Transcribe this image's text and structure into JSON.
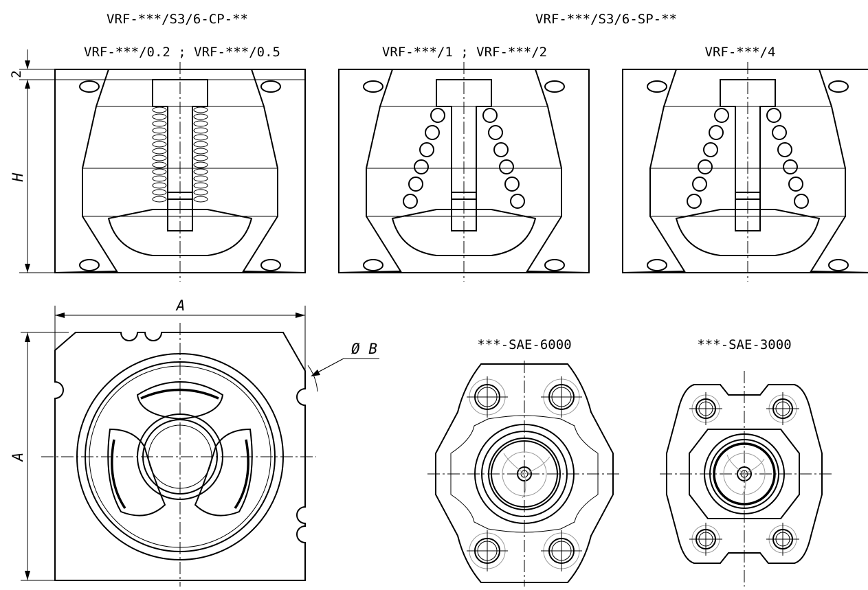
{
  "headers": {
    "cp": "VRF-***/S3/6-CP-**",
    "sp": "VRF-***/S3/6-SP-**"
  },
  "sections": [
    {
      "label": "VRF-***/0.2 ; VRF-***/0.5",
      "spring": "fine"
    },
    {
      "label": "VRF-***/1 ; VRF-***/2",
      "spring": "coarse"
    },
    {
      "label": "VRF-***/4",
      "spring": "coarse"
    }
  ],
  "dimensions": {
    "top_gap": "2",
    "height": "H",
    "width_horizontal": "A",
    "width_vertical": "A",
    "diameter": "Ø B"
  },
  "flanges": [
    {
      "label": "***-SAE-6000"
    },
    {
      "label": "***-SAE-3000"
    }
  ],
  "colors": {
    "line": "#000000",
    "hidden_circles": "#9a9a9a",
    "background": "#ffffff"
  }
}
